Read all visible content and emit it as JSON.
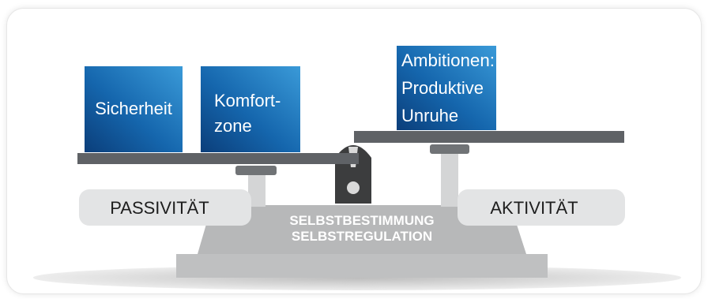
{
  "colors": {
    "box_dark": "#0b3e7a",
    "box_light": "#2f8fd0",
    "beam": "#5f6266",
    "column": "#cfd0d1",
    "base": "#b9babb",
    "pill": "#e3e4e5",
    "indicator": "#3c3d3e"
  },
  "left_pan": {
    "box1": {
      "label": "Sicherheit"
    },
    "box2": {
      "line1": "Komfort-",
      "line2": "zone"
    }
  },
  "right_pan": {
    "box3": {
      "line1": "Ambitionen:",
      "line2": "Produktive",
      "line3": "Unruhe"
    }
  },
  "labels": {
    "left": "PASSIVITÄT",
    "right": "AKTIVITÄT"
  },
  "base": {
    "line1": "SELBSTBESTIMMUNG",
    "line2": "SELBSTREGULATION"
  }
}
